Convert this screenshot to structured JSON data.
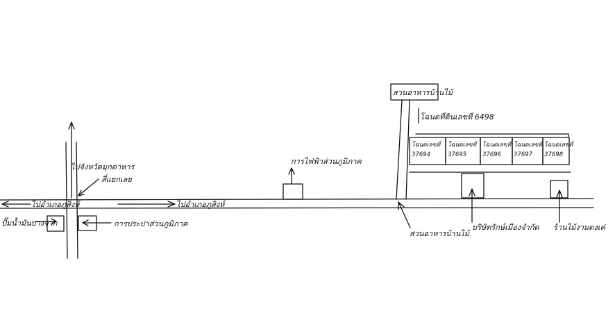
{
  "labels": {
    "road_left_west": "ไปอำเภอภูสิงห์",
    "road_right_east": "ไปอำเภอภูสิงห์",
    "district_north": "ไปจังหวัดมุกดาหาร",
    "district_north_sub": "สี่แยกเลย",
    "gas_station": "ปั๊มน้ำมันบางจาก",
    "water_office": "การประปาส่วนภูมิภาค",
    "power_office": "การไฟฟ้าส่วนภูมิภาค",
    "sign": "สวนอาหารบ้านไม้",
    "garden_entrance": "สวนอาหารบ้านไม้",
    "land_title_main": "โฉนดที่ดินเลขที่ 6498",
    "parcel_1": "โฉนดเลขที่ 37694",
    "parcel_2": "โฉนดเลขที่ 37695",
    "parcel_3": "โฉนดเลขที่ 37696",
    "parcel_4": "โฉนดเลขที่ 37697",
    "parcel_5": "โฉนดเลขที่ 37698",
    "company": "บริษัทรักษ์เมืองจำกัด",
    "flower_shop": "ร้านไม้งามดงเค่"
  }
}
